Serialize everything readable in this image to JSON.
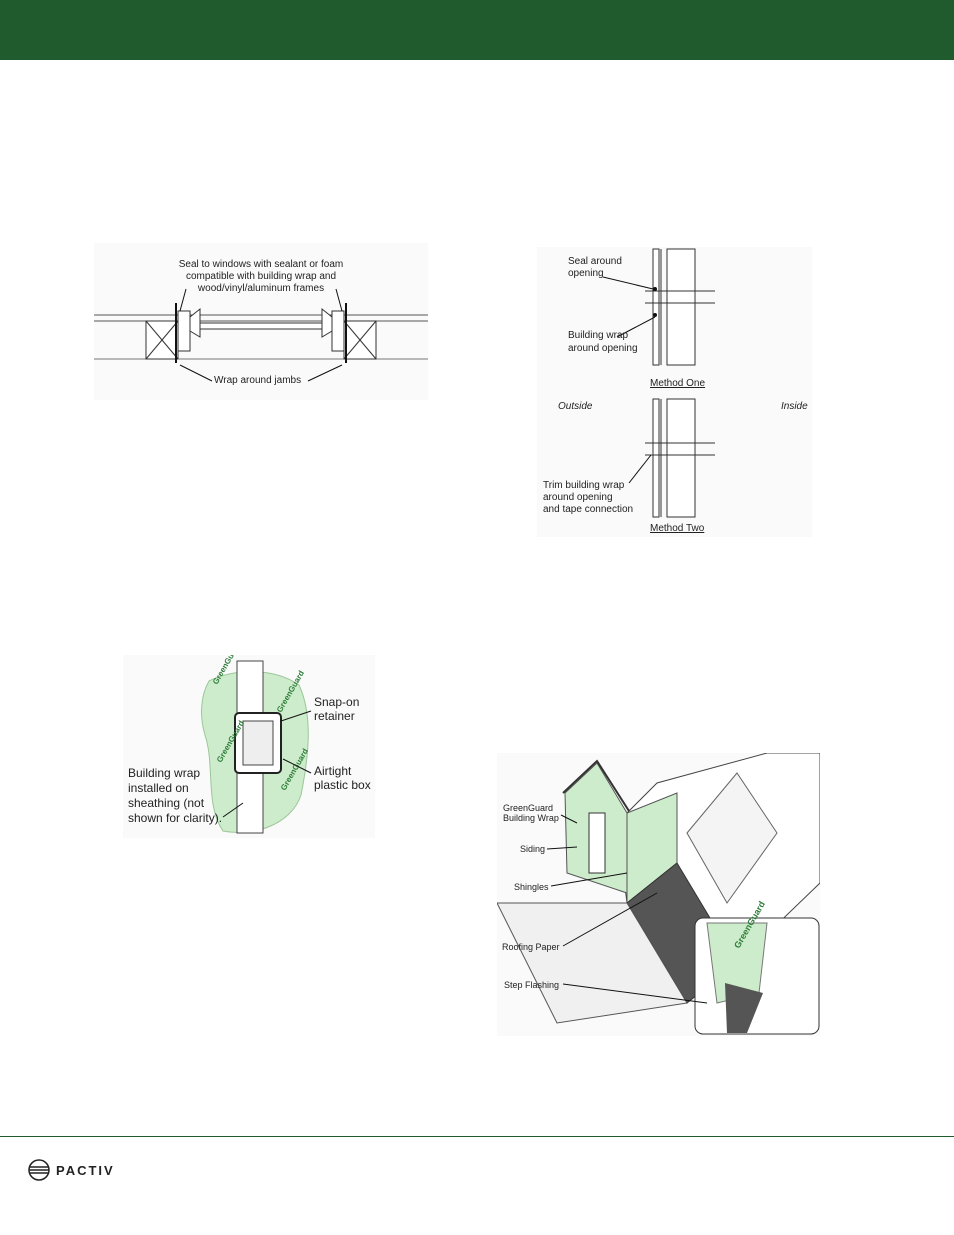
{
  "figures": {
    "window_jamb": {
      "seal_note": [
        "Seal to windows with sealant or foam",
        "compatible with building wrap and",
        "wood/vinyl/aluminum frames"
      ],
      "wrap_jambs": "Wrap around jambs"
    },
    "penetration": {
      "seal_opening": [
        "Seal around",
        "opening"
      ],
      "wrap_opening": [
        "Building wrap",
        "around opening"
      ],
      "method_one": "Method One",
      "outside": "Outside",
      "inside": "Inside",
      "trim_note": [
        "Trim building wrap",
        "around opening",
        "and tape connection"
      ],
      "method_two": "Method Two"
    },
    "electrical_box": {
      "snap_on": [
        "Snap-on",
        "retainer"
      ],
      "airtight": [
        "Airtight",
        "plastic box"
      ],
      "building_wrap": [
        "Building wrap",
        "installed on",
        "sheathing (not",
        "shown for clarity)."
      ],
      "brand_mark": "GreenGuard"
    },
    "dormer": {
      "greenguard": [
        "GreenGuard",
        "Building Wrap"
      ],
      "siding": "Siding",
      "shingles": "Shingles",
      "roofing_paper": "Roofing Paper",
      "step_flashing": "Step Flashing"
    }
  },
  "footer": {
    "logo_text": "PACTIV"
  },
  "colors": {
    "header": "#1f5b2c",
    "wrap_green": "#cdeccb",
    "brand_green": "#2e7d3a"
  }
}
